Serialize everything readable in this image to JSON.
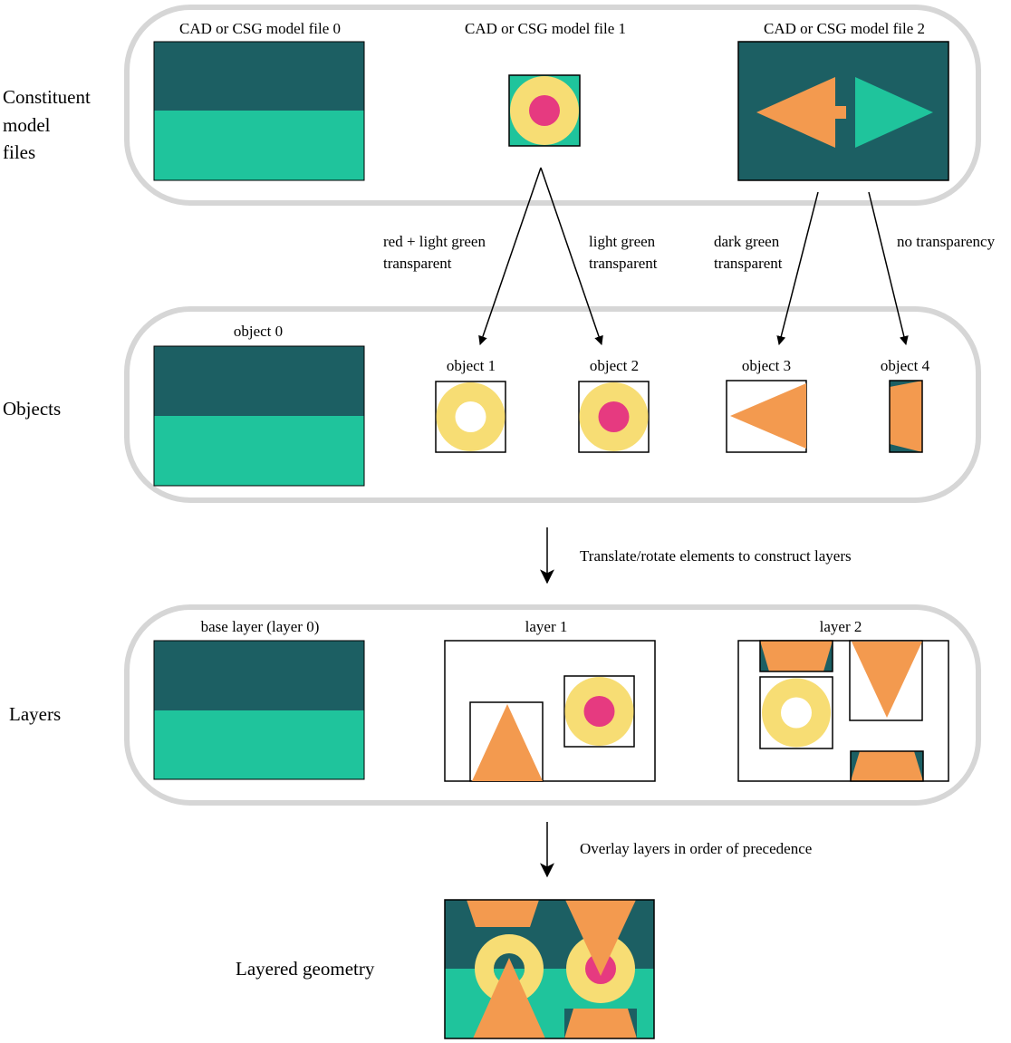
{
  "colors": {
    "dark_green": "#1c5f63",
    "light_green": "#1fc49c",
    "yellow": "#f7dd74",
    "red": "#e63a80",
    "orange": "#f39a4f",
    "panel_border": "#d6d6d6"
  },
  "rows": {
    "constituent": [
      "Constituent",
      "model",
      "files"
    ],
    "objects": "Objects",
    "layers": "Layers",
    "layered": "Layered geometry"
  },
  "files": {
    "file0": "CAD or CSG model file 0",
    "file1": "CAD or CSG model file 1",
    "file2": "CAD or CSG model file 2"
  },
  "arrows": {
    "a1": [
      "red + light green",
      "transparent"
    ],
    "a2": [
      "light green",
      "transparent"
    ],
    "a3": [
      "dark green",
      "transparent"
    ],
    "a4": "no transparency"
  },
  "objects": {
    "o0": "object 0",
    "o1": "object 1",
    "o2": "object 2",
    "o3": "object 3",
    "o4": "object 4"
  },
  "steps": {
    "translate": "Translate/rotate elements to construct layers",
    "overlay": "Overlay layers in order of precedence"
  },
  "layers": {
    "base": "base layer (layer 0)",
    "l1": "layer 1",
    "l2": "layer 2"
  }
}
